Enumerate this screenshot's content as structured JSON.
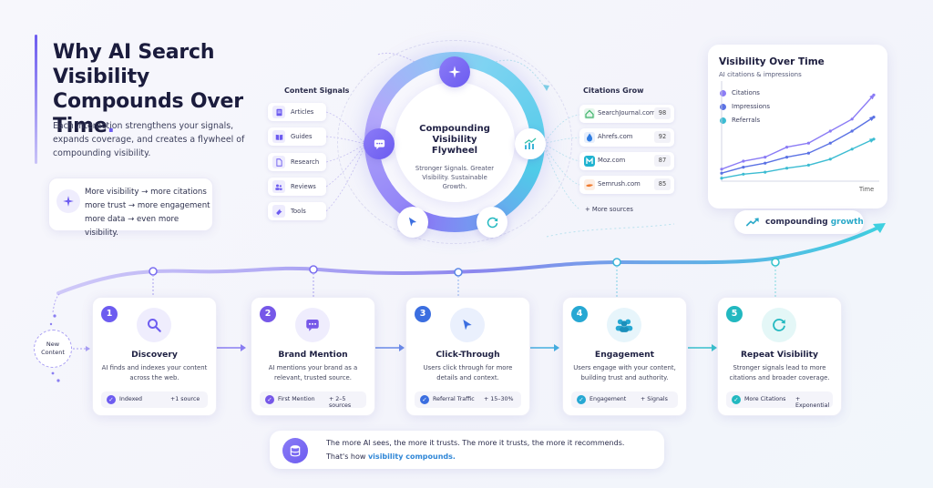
{
  "hero": {
    "title": "Why AI Search Visibility Compounds Over Time",
    "title_dot": ".",
    "description": "Each interaction strengthens your signals, expands coverage, and creates a flywheel of compounding visibility.",
    "box_lines": [
      "More visibility → more citations",
      "more trust → more engagement",
      "more data → even more visibility."
    ]
  },
  "flywheel": {
    "title": "Compounding Visibility Flywheel",
    "subtitle": "Stronger Signals. Greater Visibility. Sustainable Growth."
  },
  "content_signals": {
    "title": "Content Signals",
    "items": [
      "Articles",
      "Guides",
      "Research",
      "Reviews",
      "Tools"
    ]
  },
  "citations": {
    "title": "Citations Grow",
    "items": [
      {
        "name": "SearchJournal.com",
        "score": "98",
        "color": "#3fb46b"
      },
      {
        "name": "Ahrefs.com",
        "score": "92",
        "color": "#2f7de1"
      },
      {
        "name": "Moz.com",
        "score": "87",
        "color": "#1fb3d0"
      },
      {
        "name": "Semrush.com",
        "score": "85",
        "color": "#f07a2d"
      }
    ],
    "more": "+ More sources"
  },
  "visibility_chart": {
    "title": "Visibility Over Time",
    "subtitle": "AI citations & impressions",
    "legend": [
      "Citations",
      "Impressions",
      "Referrals"
    ],
    "x_label": "Time"
  },
  "chart_data": {
    "type": "line",
    "title": "Visibility Over Time",
    "subtitle": "AI citations & impressions",
    "xlabel": "Time",
    "ylabel": "",
    "x": [
      1,
      2,
      3,
      4,
      5,
      6,
      7,
      8
    ],
    "ylim": [
      0,
      100
    ],
    "series": [
      {
        "name": "Citations",
        "color": "#8b7cf5",
        "values": [
          12,
          20,
          24,
          34,
          38,
          50,
          62,
          86
        ]
      },
      {
        "name": "Impressions",
        "color": "#5b72e4",
        "values": [
          8,
          14,
          18,
          24,
          28,
          38,
          50,
          64
        ]
      },
      {
        "name": "Referrals",
        "color": "#3cbcd2",
        "values": [
          3,
          7,
          9,
          13,
          16,
          22,
          32,
          42
        ]
      }
    ],
    "grid": false,
    "legend": "top-left"
  },
  "growth_badge": {
    "text": "compounding",
    "highlight": "growth"
  },
  "new_content": {
    "line1": "New",
    "line2": "Content"
  },
  "steps": [
    {
      "num": "1",
      "title": "Discovery",
      "desc": "AI finds and indexes your content across the web.",
      "foot_a": "Indexed",
      "foot_b": "+1 source",
      "color": "#6d5cf0",
      "icon_bg": "#efedfd"
    },
    {
      "num": "2",
      "title": "Brand Mention",
      "desc": "AI mentions your brand as a relevant, trusted source.",
      "foot_a": "First Mention",
      "foot_b": "+ 2–5 sources",
      "color": "#7658e8",
      "icon_bg": "#efedfd"
    },
    {
      "num": "3",
      "title": "Click-Through",
      "desc": "Users click through for more details and context.",
      "foot_a": "Referral Traffic",
      "foot_b": "+ 15–30%",
      "color": "#3b6ee0",
      "icon_bg": "#eaf0fd"
    },
    {
      "num": "4",
      "title": "Engagement",
      "desc": "Users engage with your content, building trust and authority.",
      "foot_a": "Engagement",
      "foot_b": "+ Signals",
      "color": "#27a8d3",
      "icon_bg": "#e7f5fb"
    },
    {
      "num": "5",
      "title": "Repeat Visibility",
      "desc": "Stronger signals lead to more citations and broader coverage.",
      "foot_a": "More Citations",
      "foot_b": "+ Exponential",
      "color": "#22b8c0",
      "icon_bg": "#e4f7f7"
    }
  ],
  "quote": {
    "line1": "The more AI sees, the more it trusts. The more it trusts, the more it recommends.",
    "line2_prefix": "That's how ",
    "line2_highlight": "visibility compounds."
  }
}
